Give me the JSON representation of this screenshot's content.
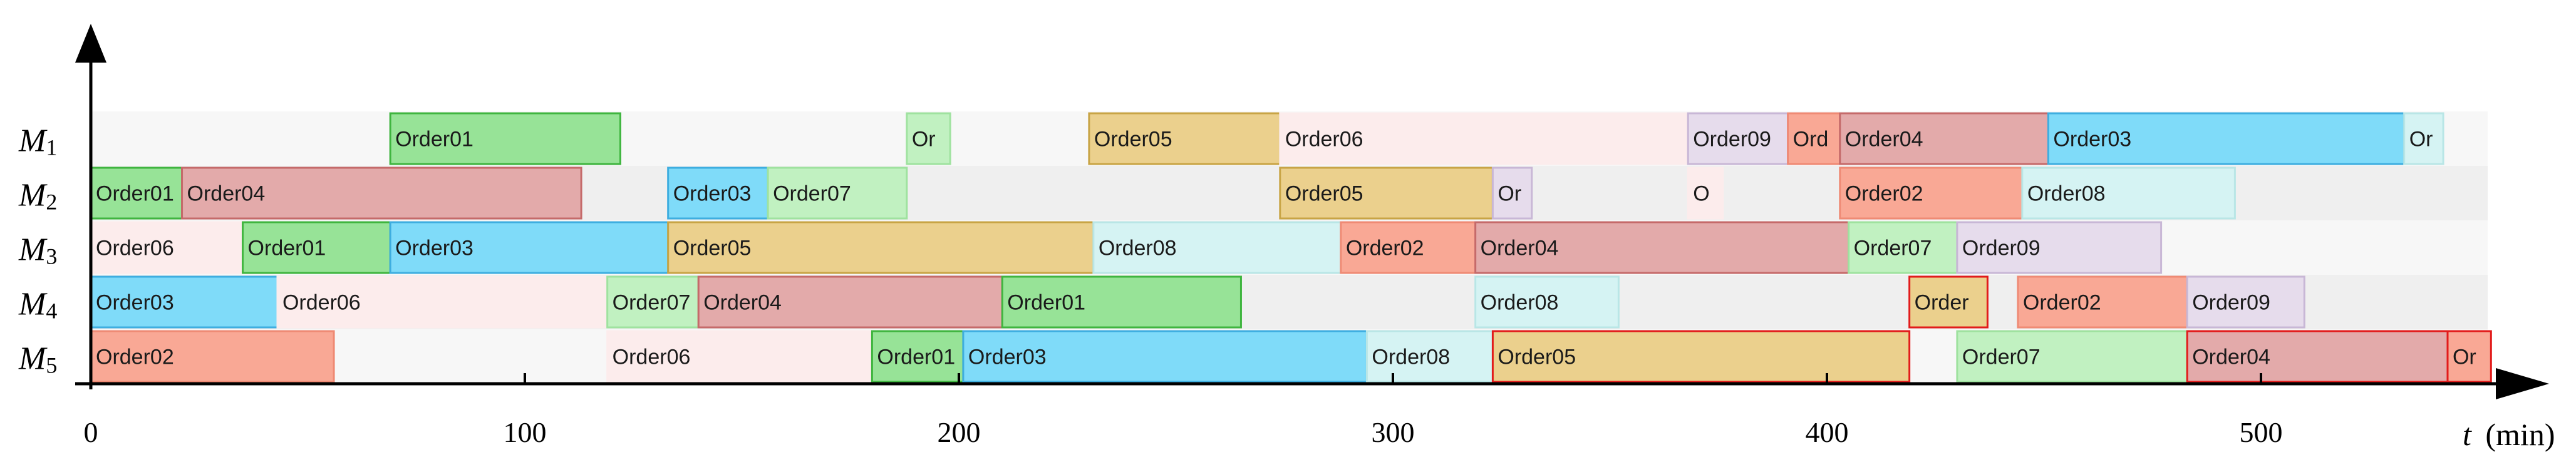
{
  "chart_data": {
    "type": "gantt",
    "xlabel_var": "t",
    "xlabel_unit": "(min)",
    "x_ticks": [
      "0",
      "100",
      "200",
      "300",
      "400",
      "500"
    ],
    "x_tick_values": [
      0,
      100,
      200,
      300,
      400,
      500
    ],
    "xlim": [
      0,
      555
    ],
    "machines": [
      {
        "id": "M1",
        "letter": "M",
        "sub": "1"
      },
      {
        "id": "M2",
        "letter": "M",
        "sub": "2"
      },
      {
        "id": "M3",
        "letter": "M",
        "sub": "3"
      },
      {
        "id": "M4",
        "letter": "M",
        "sub": "4"
      },
      {
        "id": "M5",
        "letter": "M",
        "sub": "5"
      }
    ],
    "order_colors": {
      "Order01": {
        "fill": "#97e397",
        "stroke": "#3fb53f"
      },
      "Order02": {
        "fill": "#f9a895",
        "stroke": "#ef8a74"
      },
      "Order03": {
        "fill": "#7fdbf9",
        "stroke": "#3eaee0"
      },
      "Order04": {
        "fill": "#e3aaaa",
        "stroke": "#c56a6a"
      },
      "Order05": {
        "fill": "#ebd08d",
        "stroke": "#c8a445"
      },
      "Order06": {
        "fill": "#fcecec",
        "stroke": "#fcecec"
      },
      "Order07": {
        "fill": "#c1f1c1",
        "stroke": "#9fe29f"
      },
      "Order08": {
        "fill": "#d5f3f3",
        "stroke": "#b9e6e6"
      },
      "Order09": {
        "fill": "#e6dcec",
        "stroke": "#c8b7d6"
      }
    },
    "tasks": [
      {
        "machine": 0,
        "order": "Order01",
        "label": "Order01",
        "start": 69,
        "end": 122
      },
      {
        "machine": 0,
        "order": "Order07",
        "label": "Or",
        "start": 188,
        "end": 198
      },
      {
        "machine": 0,
        "order": "Order05",
        "label": "Order05",
        "start": 230,
        "end": 274
      },
      {
        "machine": 0,
        "order": "Order06",
        "label": "Order06",
        "start": 274,
        "end": 368
      },
      {
        "machine": 0,
        "order": "Order09",
        "label": "Order09",
        "start": 368,
        "end": 391
      },
      {
        "machine": 0,
        "order": "Order02",
        "label": "Ord",
        "start": 391,
        "end": 403
      },
      {
        "machine": 0,
        "order": "Order04",
        "label": "Order04",
        "start": 403,
        "end": 451
      },
      {
        "machine": 0,
        "order": "Order03",
        "label": "Order03",
        "start": 451,
        "end": 533
      },
      {
        "machine": 0,
        "order": "Order08",
        "label": "Or",
        "start": 533,
        "end": 542
      },
      {
        "machine": 1,
        "order": "Order01",
        "label": "Order01",
        "start": 0,
        "end": 21
      },
      {
        "machine": 1,
        "order": "Order04",
        "label": "Order04",
        "start": 21,
        "end": 113
      },
      {
        "machine": 1,
        "order": "Order03",
        "label": "Order03",
        "start": 133,
        "end": 156
      },
      {
        "machine": 1,
        "order": "Order07",
        "label": "Order07",
        "start": 156,
        "end": 188
      },
      {
        "machine": 1,
        "order": "Order05",
        "label": "Order05",
        "start": 274,
        "end": 323
      },
      {
        "machine": 1,
        "order": "Order09",
        "label": "Or",
        "start": 323,
        "end": 332
      },
      {
        "machine": 1,
        "order": "Order06",
        "label": "O",
        "start": 368,
        "end": 376
      },
      {
        "machine": 1,
        "order": "Order02",
        "label": "Order02",
        "start": 403,
        "end": 445
      },
      {
        "machine": 1,
        "order": "Order08",
        "label": "Order08",
        "start": 445,
        "end": 494
      },
      {
        "machine": 2,
        "order": "Order06",
        "label": "Order06",
        "start": 0,
        "end": 35
      },
      {
        "machine": 2,
        "order": "Order01",
        "label": "Order01",
        "start": 35,
        "end": 69
      },
      {
        "machine": 2,
        "order": "Order03",
        "label": "Order03",
        "start": 69,
        "end": 133
      },
      {
        "machine": 2,
        "order": "Order05",
        "label": "Order05",
        "start": 133,
        "end": 231
      },
      {
        "machine": 2,
        "order": "Order08",
        "label": "Order08",
        "start": 231,
        "end": 288
      },
      {
        "machine": 2,
        "order": "Order02",
        "label": "Order02",
        "start": 288,
        "end": 319
      },
      {
        "machine": 2,
        "order": "Order04",
        "label": "Order04",
        "start": 319,
        "end": 405
      },
      {
        "machine": 2,
        "order": "Order07",
        "label": "Order07",
        "start": 405,
        "end": 430
      },
      {
        "machine": 2,
        "order": "Order09",
        "label": "Order09",
        "start": 430,
        "end": 477
      },
      {
        "machine": 3,
        "order": "Order03",
        "label": "Order03",
        "start": 0,
        "end": 43
      },
      {
        "machine": 3,
        "order": "Order06",
        "label": "Order06",
        "start": 43,
        "end": 119
      },
      {
        "machine": 3,
        "order": "Order07",
        "label": "Order07",
        "start": 119,
        "end": 140
      },
      {
        "machine": 3,
        "order": "Order04",
        "label": "Order04",
        "start": 140,
        "end": 210
      },
      {
        "machine": 3,
        "order": "Order01",
        "label": "Order01",
        "start": 210,
        "end": 265
      },
      {
        "machine": 3,
        "order": "Order08",
        "label": "Order08",
        "start": 319,
        "end": 352
      },
      {
        "machine": 3,
        "order": "Order05",
        "label": "Order",
        "start": 419,
        "end": 437,
        "highlight": true
      },
      {
        "machine": 3,
        "order": "Order02",
        "label": "Order02",
        "start": 444,
        "end": 483
      },
      {
        "machine": 3,
        "order": "Order09",
        "label": "Order09",
        "start": 483,
        "end": 510
      },
      {
        "machine": 4,
        "order": "Order02",
        "label": "Order02",
        "start": 0,
        "end": 56
      },
      {
        "machine": 4,
        "order": "Order06",
        "label": "Order06",
        "start": 119,
        "end": 180
      },
      {
        "machine": 4,
        "order": "Order01",
        "label": "Order01",
        "start": 180,
        "end": 201
      },
      {
        "machine": 4,
        "order": "Order03",
        "label": "Order03",
        "start": 201,
        "end": 294
      },
      {
        "machine": 4,
        "order": "Order08",
        "label": "Order08",
        "start": 294,
        "end": 323
      },
      {
        "machine": 4,
        "order": "Order05",
        "label": "Order05",
        "start": 323,
        "end": 419,
        "highlight": true
      },
      {
        "machine": 4,
        "order": "Order07",
        "label": "Order07",
        "start": 430,
        "end": 483
      },
      {
        "machine": 4,
        "order": "Order04",
        "label": "Order04",
        "start": 483,
        "end": 543,
        "highlight": true
      },
      {
        "machine": 4,
        "order": "Order02",
        "label": "Or",
        "start": 543,
        "end": 553,
        "highlight": true
      }
    ]
  }
}
